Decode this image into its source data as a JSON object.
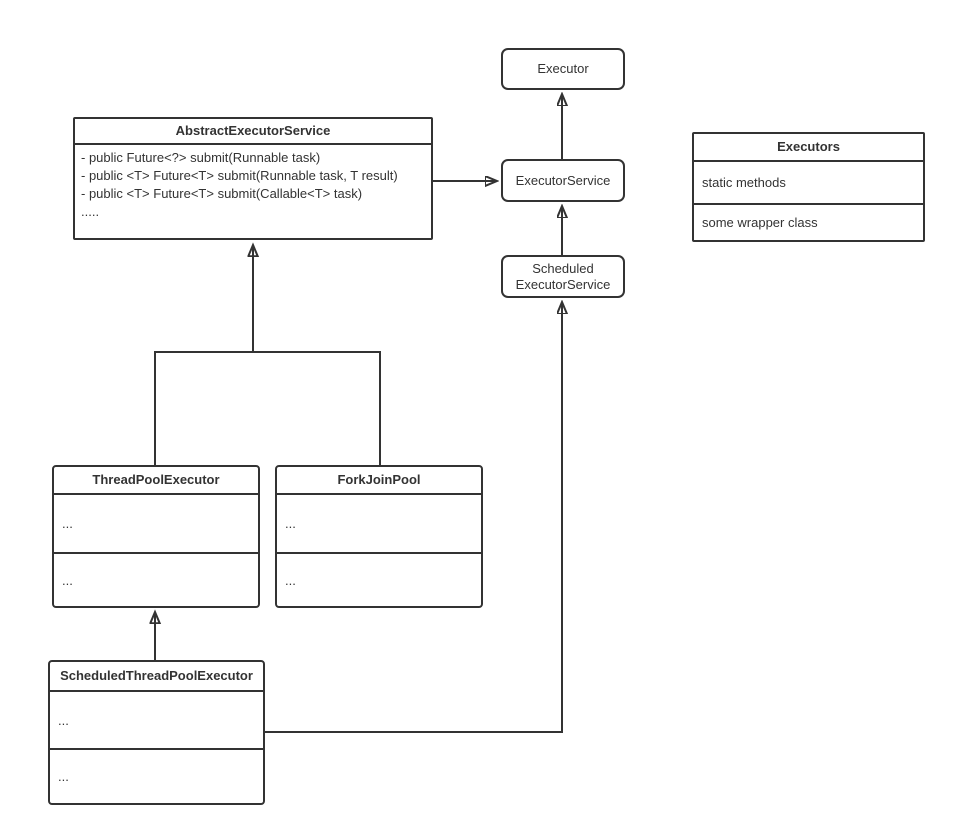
{
  "diagram": {
    "subject": "Java Executor framework class hierarchy",
    "colors": {
      "stroke": "#333333",
      "fill": "#ffffff",
      "text": "#333333",
      "background": "#ffffff"
    },
    "nodes": {
      "executor": {
        "label": "Executor"
      },
      "executorService": {
        "label": "ExecutorService"
      },
      "scheduledExecutorService": {
        "label": "Scheduled ExecutorService"
      },
      "abstractExecutorService": {
        "title": "AbstractExecutorService",
        "members": [
          "- public Future<?> submit(Runnable task)",
          "- public <T> Future<T> submit(Runnable task, T result)",
          "- public <T> Future<T> submit(Callable<T> task)",
          "....."
        ]
      },
      "executors": {
        "title": "Executors",
        "rows": [
          "static methods",
          "some wrapper class"
        ]
      },
      "threadPoolExecutor": {
        "title": "ThreadPoolExecutor",
        "rows": [
          "...",
          "..."
        ]
      },
      "forkJoinPool": {
        "title": "ForkJoinPool",
        "rows": [
          "...",
          "..."
        ]
      },
      "scheduledThreadPoolExecutor": {
        "title": "ScheduledThreadPoolExecutor",
        "rows": [
          "...",
          "..."
        ]
      }
    },
    "edges": [
      {
        "from": "ExecutorService",
        "to": "Executor",
        "arrow": "solid"
      },
      {
        "from": "ScheduledExecutorService",
        "to": "ExecutorService",
        "arrow": "solid"
      },
      {
        "from": "AbstractExecutorService",
        "to": "ExecutorService",
        "arrow": "solid"
      },
      {
        "from": "ThreadPoolExecutor",
        "to": "AbstractExecutorService",
        "arrow": "hollow"
      },
      {
        "from": "ForkJoinPool",
        "to": "AbstractExecutorService",
        "arrow": "hollow"
      },
      {
        "from": "ScheduledThreadPoolExecutor",
        "to": "ThreadPoolExecutor",
        "arrow": "hollow"
      },
      {
        "from": "ScheduledThreadPoolExecutor",
        "to": "ScheduledExecutorService",
        "arrow": "solid"
      }
    ]
  }
}
